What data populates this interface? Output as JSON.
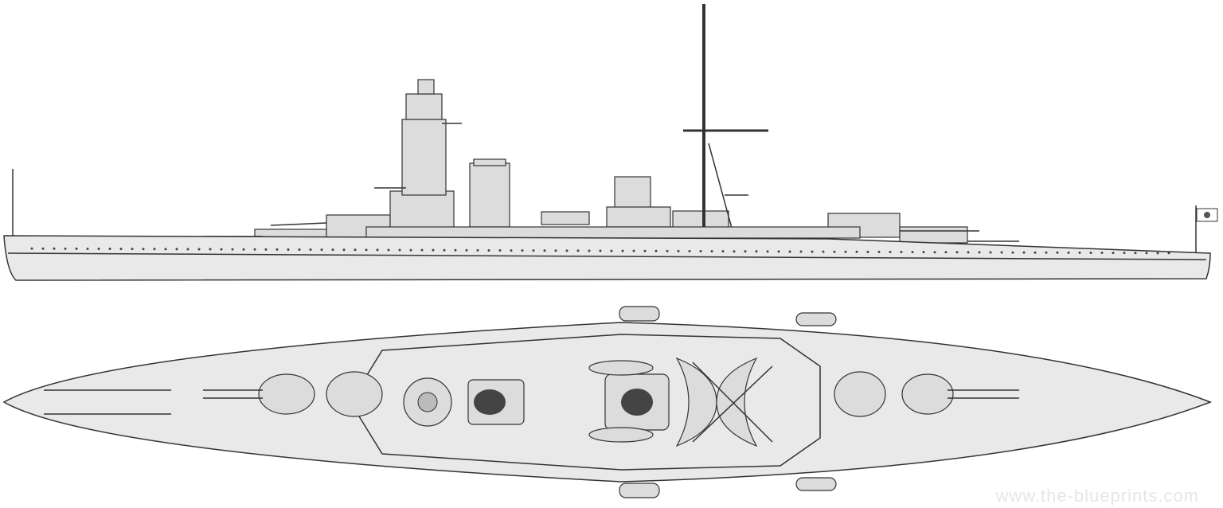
{
  "watermark": "www.the-blueprints.com",
  "views": [
    "side-profile",
    "top-plan"
  ]
}
